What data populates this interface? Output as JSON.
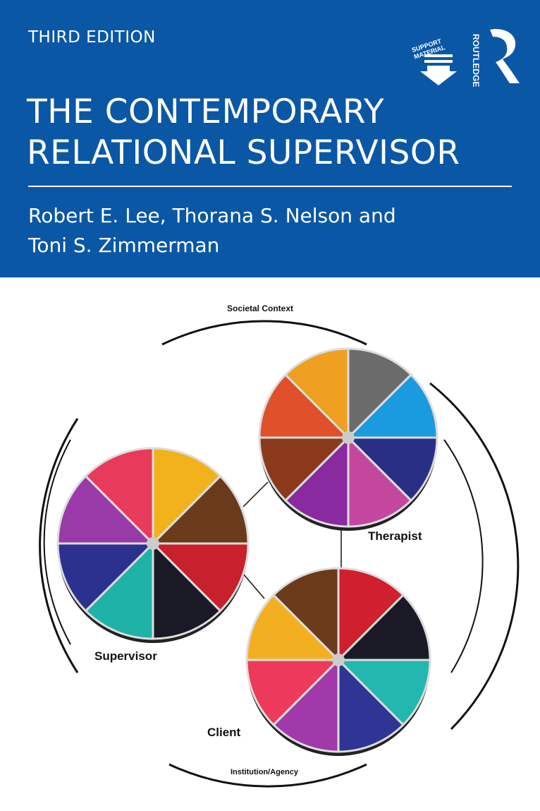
{
  "cover": {
    "edition": "THIRD EDITION",
    "title_line1": "THE CONTEMPORARY",
    "title_line2": "RELATIONAL SUPERVISOR",
    "authors_line1": "Robert E. Lee, Thorana S. Nelson and",
    "authors_line2": "Toni S. Zimmerman",
    "support_badge": "SUPPORT MATERIAL",
    "publisher": "ROUTLEDGE",
    "band_color": "#0a57a6"
  },
  "diagram": {
    "outer_label_top": "Societal Context",
    "outer_label_bottom": "Institution/Agency",
    "wheels": [
      {
        "label": "Therapist",
        "colors": [
          "#6b6b6b",
          "#1a9be0",
          "#2a2f86",
          "#c4479f",
          "#8a2aa0",
          "#8a3a1a",
          "#e0502a",
          "#f0a020"
        ]
      },
      {
        "label": "Supervisor",
        "colors": [
          "#f2b21c",
          "#6b3a1a",
          "#c8202c",
          "#1a1a26",
          "#1fb3a8",
          "#2c3190",
          "#9a3aa8",
          "#e83a5a"
        ]
      },
      {
        "label": "Client",
        "colors": [
          "#d0202e",
          "#1a1a26",
          "#22b8b0",
          "#2e3595",
          "#a03aaa",
          "#ee3a5a",
          "#f2b020",
          "#6b3a1a"
        ]
      }
    ]
  }
}
